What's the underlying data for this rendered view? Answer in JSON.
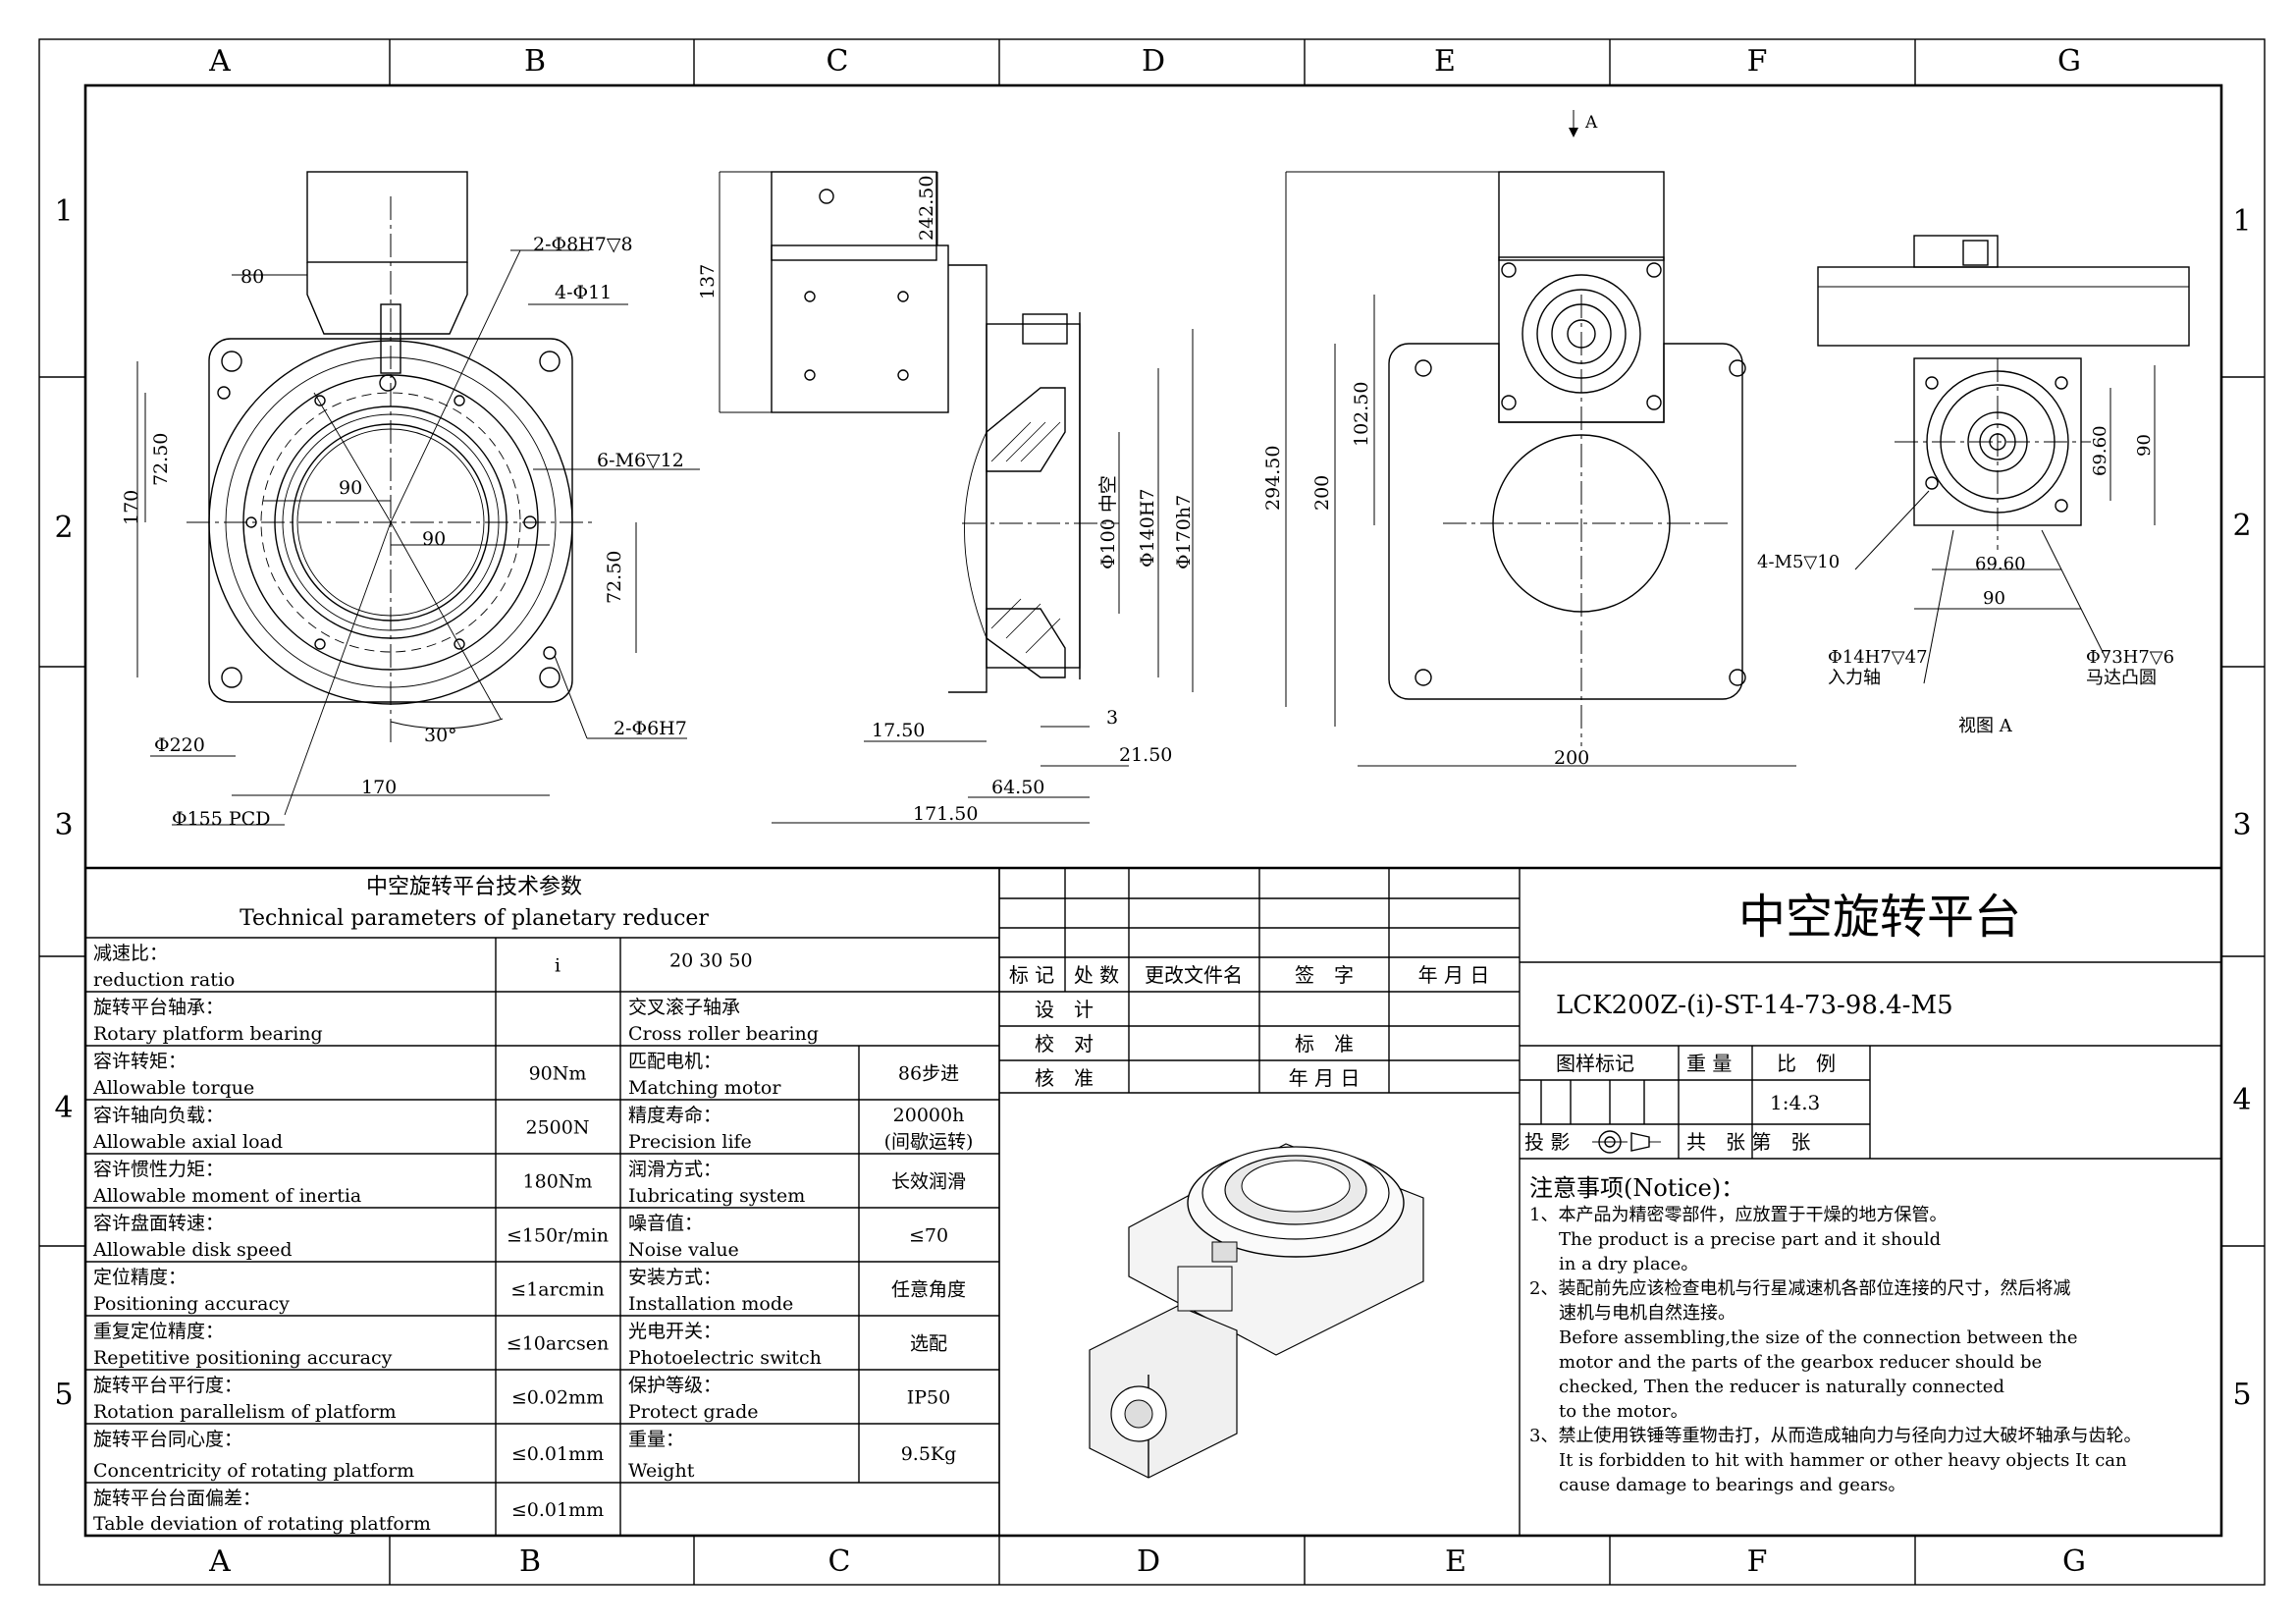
{
  "border": {
    "cols": [
      "A",
      "B",
      "C",
      "D",
      "E",
      "F",
      "G"
    ],
    "rows": [
      "1",
      "2",
      "3",
      "4",
      "5"
    ]
  },
  "dims": {
    "front": [
      "80",
      "2-Φ8H7▽8",
      "4-Φ11",
      "72.50",
      "170",
      "90",
      "6-M6▽12",
      "90",
      "72.50",
      "30°",
      "2-Φ6H7",
      "Φ220",
      "170",
      "Φ155 PCD"
    ],
    "side": [
      "242.50",
      "137",
      "Φ100 中空",
      "Φ140H7",
      "Φ170h7",
      "17.50",
      "3",
      "21.50",
      "64.50",
      "171.50"
    ],
    "top": [
      "A",
      "294.50",
      "102.50",
      "200",
      "200"
    ],
    "view_a": [
      "69.60",
      "90",
      "69.60",
      "90",
      "4-M5▽10",
      "Φ14H7▽47",
      "入力轴",
      "Φ73H7▽6",
      "马达凸圆",
      "视图 A"
    ]
  },
  "params": {
    "title_cn": "中空旋转平台技术参数",
    "title_en": "Technical parameters of planetary reducer",
    "rows": [
      {
        "l_cn": "减速比：",
        "l_en": "reduction ratio",
        "l_val": "i",
        "r_cn": "",
        "r_en": "",
        "r_val": "",
        "span": "20 30 50"
      },
      {
        "l_cn": "旋转平台轴承：",
        "l_en": "Rotary platform bearing",
        "l_val": "",
        "r_cn": "交叉滚子轴承",
        "r_en": "Cross roller bearing",
        "r_val": "",
        "span": ""
      },
      {
        "l_cn": "容许转矩：",
        "l_en": "Allowable torque",
        "l_val": "90Nm",
        "r_cn": "匹配电机：",
        "r_en": "Matching motor",
        "r_val": "86步进",
        "span": ""
      },
      {
        "l_cn": "容许轴向负载：",
        "l_en": "Allowable axial load",
        "l_val": "2500N",
        "r_cn": "精度寿命：",
        "r_en": "Precision life",
        "r_val": "20000h\n(间歇运转)",
        "span": ""
      },
      {
        "l_cn": "容许惯性力矩：",
        "l_en": "Allowable moment of inertia",
        "l_val": "180Nm",
        "r_cn": "润滑方式：",
        "r_en": "Iubricating system",
        "r_val": "长效润滑",
        "span": ""
      },
      {
        "l_cn": "容许盘面转速：",
        "l_en": "Allowable disk speed",
        "l_val": "≤150r/min",
        "r_cn": "噪音值：",
        "r_en": "Noise value",
        "r_val": "≤70",
        "span": ""
      },
      {
        "l_cn": "定位精度：",
        "l_en": "Positioning accuracy",
        "l_val": "≤1arcmin",
        "r_cn": "安装方式：",
        "r_en": "Installation mode",
        "r_val": "任意角度",
        "span": ""
      },
      {
        "l_cn": "重复定位精度：",
        "l_en": "Repetitive positioning accuracy",
        "l_val": "≤10arcsen",
        "r_cn": "光电开关：",
        "r_en": "Photoelectric switch",
        "r_val": "选配",
        "span": ""
      },
      {
        "l_cn": "旋转平台平行度：",
        "l_en": "Rotation parallelism of platform",
        "l_val": "≤0.02mm",
        "r_cn": "保护等级：",
        "r_en": "Protect grade",
        "r_val": "IP50",
        "span": ""
      },
      {
        "l_cn": "旋转平台同心度：",
        "l_en": "Concentricity of rotating platform",
        "l_val": "≤0.01mm",
        "r_cn": "重量：",
        "r_en": "Weight",
        "r_val": "9.5Kg",
        "span": ""
      },
      {
        "l_cn": "旋转平台台面偏差：",
        "l_en": "Table deviation of rotating platform",
        "l_val": "≤0.01mm",
        "r_cn": "",
        "r_en": "",
        "r_val": "",
        "span": ""
      }
    ]
  },
  "revision": {
    "headers": [
      "标 记",
      "处 数",
      "更改文件名",
      "签　字",
      "年 月 日"
    ],
    "design": "设　计",
    "check": "校　对",
    "standard": "标　准",
    "approve": "核　准",
    "date": "年 月 日"
  },
  "title_block": {
    "title": "中空旋转平台",
    "model": "LCK200Z-(i)-ST-14-73-98.4-M5",
    "mark_label": "图样标记",
    "weight_label": "重 量",
    "scale_label": "比　例",
    "scale": "1:4.3",
    "projection": "投 影",
    "sheets": "共　张 第　张"
  },
  "notice": {
    "title": "注意事项(Notice)：",
    "lines": [
      "1、本产品为精密零部件，应放置于干燥的地方保管。",
      "The product is a precise part and it should",
      "in a dry place。",
      "2、装配前先应该检查电机与行星减速机各部位连接的尺寸，然后将减",
      "速机与电机自然连接。",
      "Before assembling,the size of the connection between the",
      "motor and the parts of the gearbox reducer should be",
      "checked, Then the reducer is naturally connected",
      "to the motor。",
      "3、禁止使用铁锤等重物击打，从而造成轴向力与径向力过大破坏轴承与齿轮。",
      "It is forbidden to hit with hammer or other heavy objects It can",
      "cause damage to bearings and gears。"
    ]
  }
}
